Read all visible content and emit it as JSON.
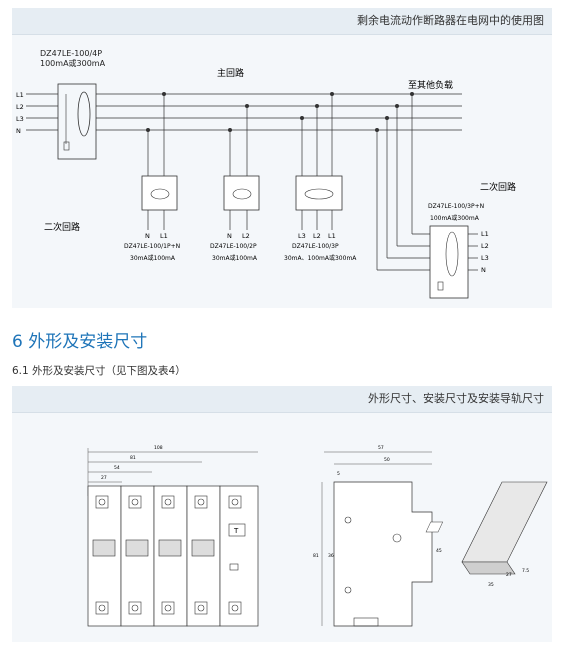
{
  "top_panel": {
    "title": "剩余电流动作断路器在电网中的使用图",
    "main_breaker": {
      "model": "DZ47LE-100/4P",
      "rating": "100mA或300mA"
    },
    "lines": [
      "L1",
      "L2",
      "L3",
      "N"
    ],
    "main_circuit_label": "主回路",
    "other_load_label": "至其他负载",
    "secondary_left_label": "二次回路",
    "secondary_right_label": "二次回路",
    "breakers": [
      {
        "terminals": [
          "N",
          "L1"
        ],
        "model": "DZ47LE-100/1P+N",
        "rating": "30mA或100mA"
      },
      {
        "terminals": [
          "N",
          "L2"
        ],
        "model": "DZ47LE-100/2P",
        "rating": "30mA或100mA"
      },
      {
        "terminals": [
          "L3",
          "L2",
          "L1"
        ],
        "model": "DZ47LE-100/3P",
        "rating": "30mA、100mA或300mA"
      }
    ],
    "right_breaker": {
      "model": "DZ47LE-100/3P+N",
      "rating": "100mA或300mA",
      "terminals": [
        "L1",
        "L2",
        "L3",
        "N"
      ]
    }
  },
  "section": {
    "title": "6 外形及安装尺寸",
    "subtitle": "6.1 外形及安装尺寸（见下图及表4）"
  },
  "bottom_panel": {
    "title": "外形尺寸、安装尺寸及安装导轨尺寸",
    "front_dims": [
      "108",
      "81",
      "54",
      "27"
    ],
    "test_button": "T",
    "side_dims": [
      "57",
      "50",
      "5",
      "81",
      "36",
      "45"
    ],
    "rail_dims": [
      "35",
      "27",
      "7.5"
    ]
  }
}
